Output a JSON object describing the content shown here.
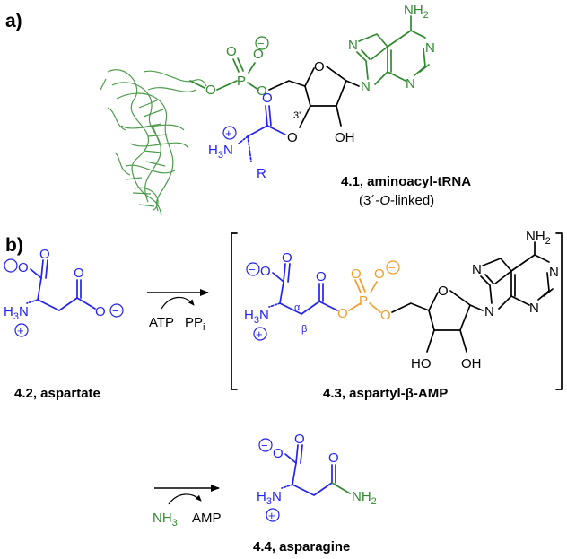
{
  "colors": {
    "green": "#2f8a2f",
    "blue": "#2323ee",
    "orange": "#f39c2a",
    "black": "#000000"
  },
  "panels": {
    "a": "a)",
    "b": "b)"
  },
  "captions": {
    "c41": "4.1, aminoacyl-tRNA",
    "c41_sub_prefix": "(3´-",
    "c41_sub_italic": "O",
    "c41_sub_suffix": "-linked)",
    "c42": "4.2, aspartate",
    "c43": "4.3, aspartyl-β-AMP",
    "c44": "4.4, asparagine"
  },
  "reagents": {
    "atp": "ATP",
    "ppi": "PP",
    "ppi_sub": "i",
    "nh3": "NH",
    "nh3_sub": "3",
    "amp": "AMP"
  },
  "atoms": {
    "O": "O",
    "P": "P",
    "N": "N",
    "H": "H",
    "OH": "OH",
    "HO": "HO",
    "NH2": "NH",
    "sub2": "2",
    "sub3": "3",
    "R": "R",
    "prime3": "3'",
    "alpha": "α",
    "beta": "β",
    "minus": "−",
    "plus": "+"
  }
}
